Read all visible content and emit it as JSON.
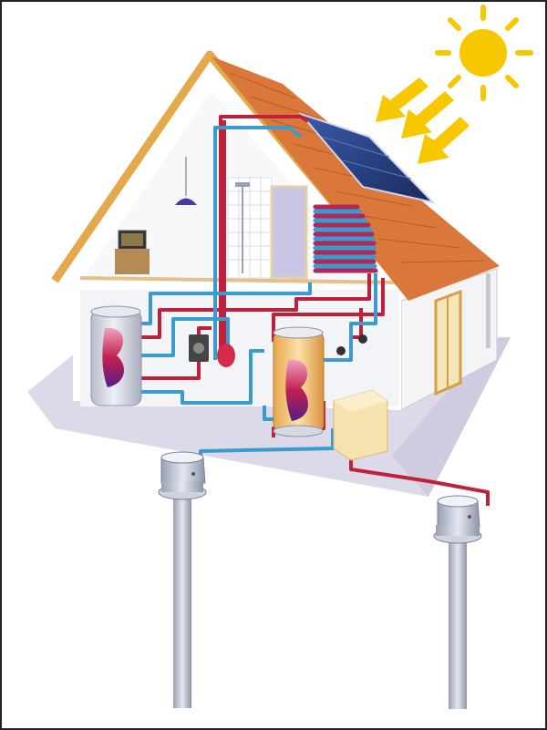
{
  "diagram": {
    "subject": "",
    "components": [
      {
        "id": "sun",
        "icon": "sun-icon"
      },
      {
        "id": "solar-collector",
        "icon": "solar-panel-icon"
      },
      {
        "id": "storage-tank-left",
        "icon": "tank-icon"
      },
      {
        "id": "storage-tank-right",
        "icon": "tank-icon"
      },
      {
        "id": "heat-pump-unit",
        "icon": "box-icon"
      },
      {
        "id": "underfloor-heating-coil",
        "icon": "coil-icon"
      },
      {
        "id": "ground-well-left",
        "icon": "well-icon"
      },
      {
        "id": "ground-well-right",
        "icon": "well-icon"
      }
    ],
    "pipe_colors": {
      "hot": "#c0213a",
      "cold": "#3a9bd0"
    },
    "colors": {
      "sun": "#f7c800",
      "roof": "#d9783a",
      "wall": "#ffffff",
      "outline": "#e3a94a",
      "tank_body": "#d4d6e0",
      "tank_warm": "#f2c27a",
      "ground": "#d9d6e6"
    }
  }
}
